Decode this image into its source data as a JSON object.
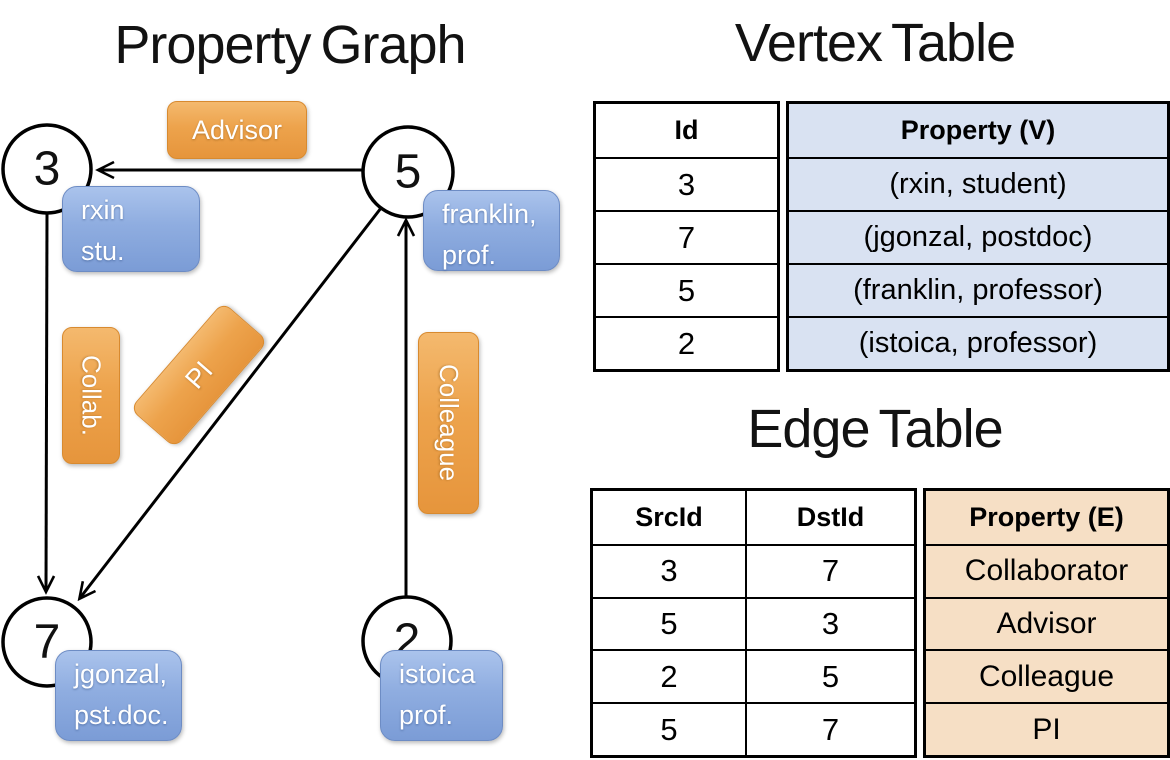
{
  "graph": {
    "title": "Property Graph",
    "nodes": [
      {
        "id": "3",
        "label_line1": "rxin",
        "label_line2": "stu."
      },
      {
        "id": "5",
        "label_line1": "franklin,",
        "label_line2": "prof."
      },
      {
        "id": "7",
        "label_line1": "jgonzal,",
        "label_line2": "pst.doc."
      },
      {
        "id": "2",
        "label_line1": "istoica",
        "label_line2": "prof."
      }
    ],
    "edge_labels": {
      "advisor": "Advisor",
      "collab": "Collab.",
      "pi": "PI",
      "colleague": "Colleague"
    }
  },
  "vertex_table": {
    "title": "Vertex Table",
    "col_id": "Id",
    "col_property": "Property (V)",
    "rows": [
      {
        "id": "3",
        "property": "(rxin, student)"
      },
      {
        "id": "7",
        "property": "(jgonzal, postdoc)"
      },
      {
        "id": "5",
        "property": "(franklin, professor)"
      },
      {
        "id": "2",
        "property": "(istoica, professor)"
      }
    ]
  },
  "edge_table": {
    "title": "Edge Table",
    "col_src": "SrcId",
    "col_dst": "DstId",
    "col_property": "Property (E)",
    "rows": [
      {
        "src": "3",
        "dst": "7",
        "property": "Collaborator"
      },
      {
        "src": "5",
        "dst": "3",
        "property": "Advisor"
      },
      {
        "src": "2",
        "dst": "5",
        "property": "Colleague"
      },
      {
        "src": "5",
        "dst": "7",
        "property": "PI"
      }
    ]
  },
  "colors": {
    "edge_label_bg": "#EDA34C",
    "vertex_label_bg": "#8FADE0",
    "vertex_table_fill": "#D9E2F2",
    "edge_table_fill": "#F6DFC5",
    "line_color": "#000000"
  }
}
